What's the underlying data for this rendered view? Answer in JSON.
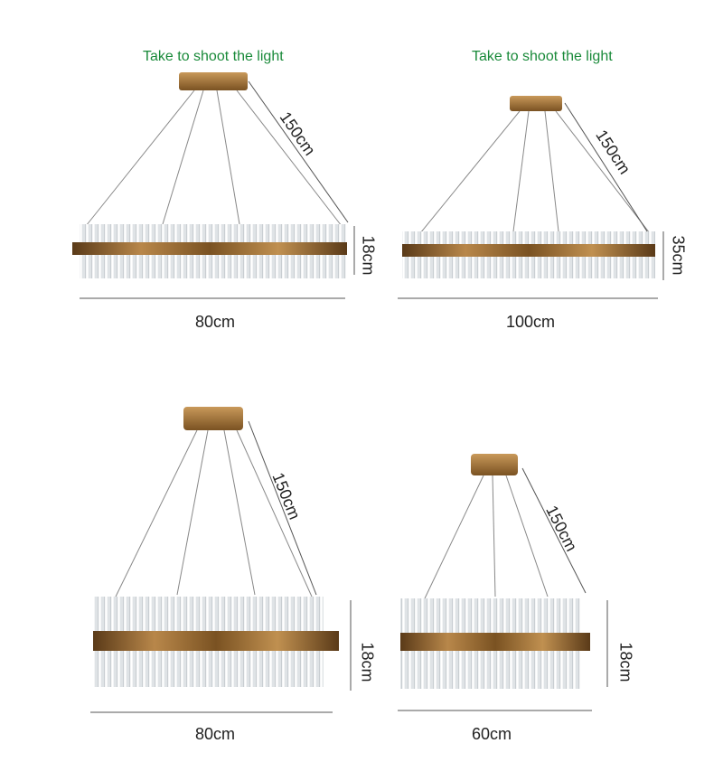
{
  "notes": {
    "top_left": "Take to shoot the light",
    "top_right": "Take to shoot the light"
  },
  "panels": [
    {
      "cable_length": "150cm",
      "height": "18cm",
      "width": "80cm"
    },
    {
      "cable_length": "150cm",
      "height": "35cm",
      "width": "100cm"
    },
    {
      "cable_length": "150cm",
      "height": "18cm",
      "width": "80cm"
    },
    {
      "cable_length": "150cm",
      "height": "18cm",
      "width": "60cm"
    }
  ],
  "colors": {
    "note": "#1a8a3a",
    "gold": "#9a6a2e",
    "crystal": "#e6e9ec",
    "line": "#555555"
  }
}
